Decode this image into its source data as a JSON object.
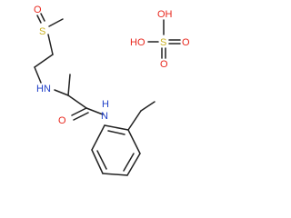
{
  "colors": {
    "bond": "#222222",
    "carbon": "#222222",
    "oxygen": "#e8281e",
    "sulfur": "#c9b020",
    "nitrogen": "#2040c8"
  },
  "molecule": {
    "atoms": [
      {
        "id": "S1",
        "label": "S",
        "element": "sulfur"
      },
      {
        "id": "O1",
        "label": "O",
        "element": "oxygen"
      },
      {
        "id": "N1",
        "label": "HN",
        "element": "nitrogen"
      },
      {
        "id": "O2",
        "label": "O",
        "element": "oxygen"
      },
      {
        "id": "N2",
        "label": "N",
        "element": "nitrogen"
      },
      {
        "id": "H1",
        "label": "H",
        "element": "nitrogen"
      }
    ]
  },
  "acid": {
    "atoms": [
      {
        "id": "OH_top",
        "label": "OH",
        "element": "oxygen"
      },
      {
        "id": "HO_left",
        "label": "HO",
        "element": "oxygen"
      },
      {
        "id": "S2",
        "label": "S",
        "element": "sulfur"
      },
      {
        "id": "O_right",
        "label": "O",
        "element": "oxygen"
      },
      {
        "id": "O_bottom",
        "label": "O",
        "element": "oxygen"
      }
    ]
  }
}
